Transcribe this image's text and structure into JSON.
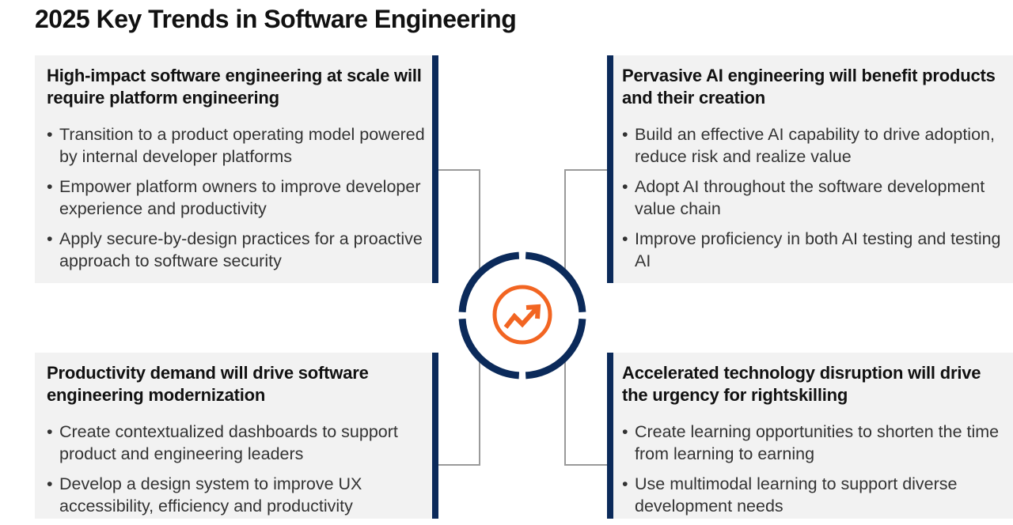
{
  "page_title": "2025 Key Trends in Software Engineering",
  "colors": {
    "navy": "#0b2a5a",
    "orange": "#f26522",
    "card_bg": "#f2f2f2",
    "connector": "#9a9a9a"
  },
  "center_icon": "trending-up-icon",
  "cards": {
    "top_left": {
      "title": "High-impact software engineering at scale will require platform engineering",
      "bullets": [
        "Transition to a product operating model powered by internal developer platforms",
        "Empower platform owners to improve developer experience and productivity",
        "Apply secure-by-design practices for a proactive approach to software security"
      ]
    },
    "top_right": {
      "title": "Pervasive AI engineering will benefit products and their creation",
      "bullets": [
        "Build an effective AI capability to drive adoption, reduce risk and realize value",
        "Adopt AI throughout the software development value chain",
        "Improve proficiency in both AI testing and testing AI"
      ]
    },
    "bottom_left": {
      "title": "Productivity demand will drive software engineering modernization",
      "bullets": [
        "Create contextualized dashboards to support product and engineering leaders",
        "Develop a design system to improve UX accessibility, efficiency and productivity"
      ]
    },
    "bottom_right": {
      "title": "Accelerated technology disruption will drive the urgency for rightskilling",
      "bullets": [
        "Create learning opportunities to shorten the time from learning to earning",
        "Use multimodal learning to support diverse development needs"
      ]
    }
  }
}
